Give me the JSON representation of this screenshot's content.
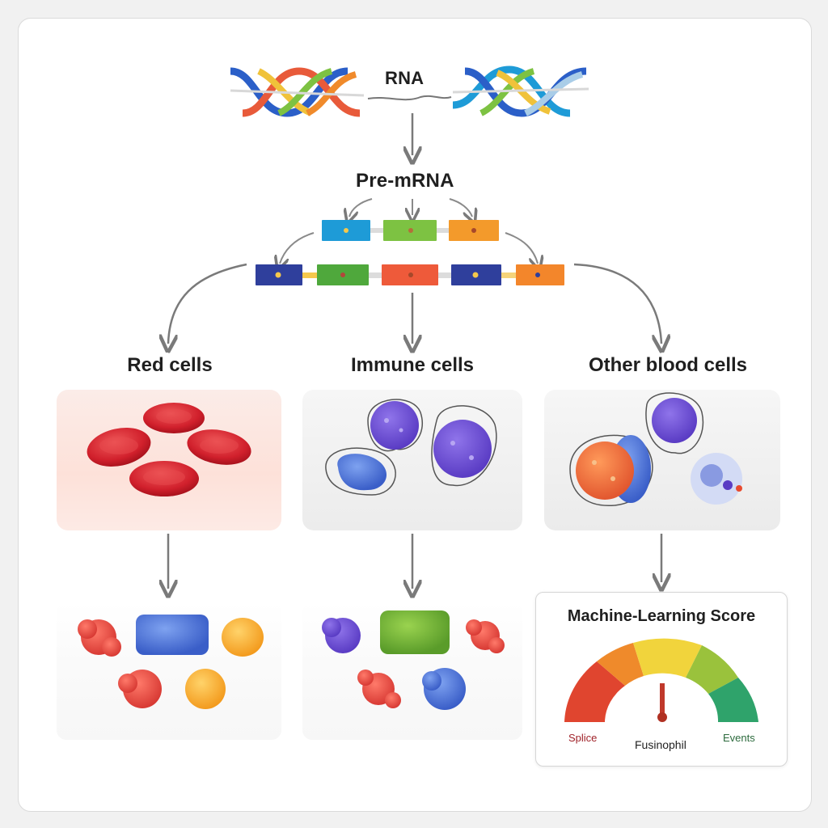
{
  "diagram": {
    "top_label": "RNA",
    "middle_label": "Pre-mRNA",
    "columns": [
      {
        "title": "Red cells"
      },
      {
        "title": "Immune cells"
      },
      {
        "title": "Other blood cells"
      }
    ],
    "score_card": {
      "title": "Machine-Learning Score",
      "left_label": "Splice",
      "center_label": "Fusinophil",
      "right_label": "Events"
    }
  },
  "colors": {
    "exon_blue": "#1e9bd7",
    "exon_green": "#7dc242",
    "exon_orange": "#f39a2b",
    "exon_navy": "#2f3f9c",
    "exon_red": "#ee5a3a",
    "red_cell": "#d32f3a",
    "immune_purple": "#6a4fd0",
    "gauge_red": "#e0452f",
    "gauge_yellow": "#f1d43c",
    "gauge_green": "#2fa36b"
  }
}
